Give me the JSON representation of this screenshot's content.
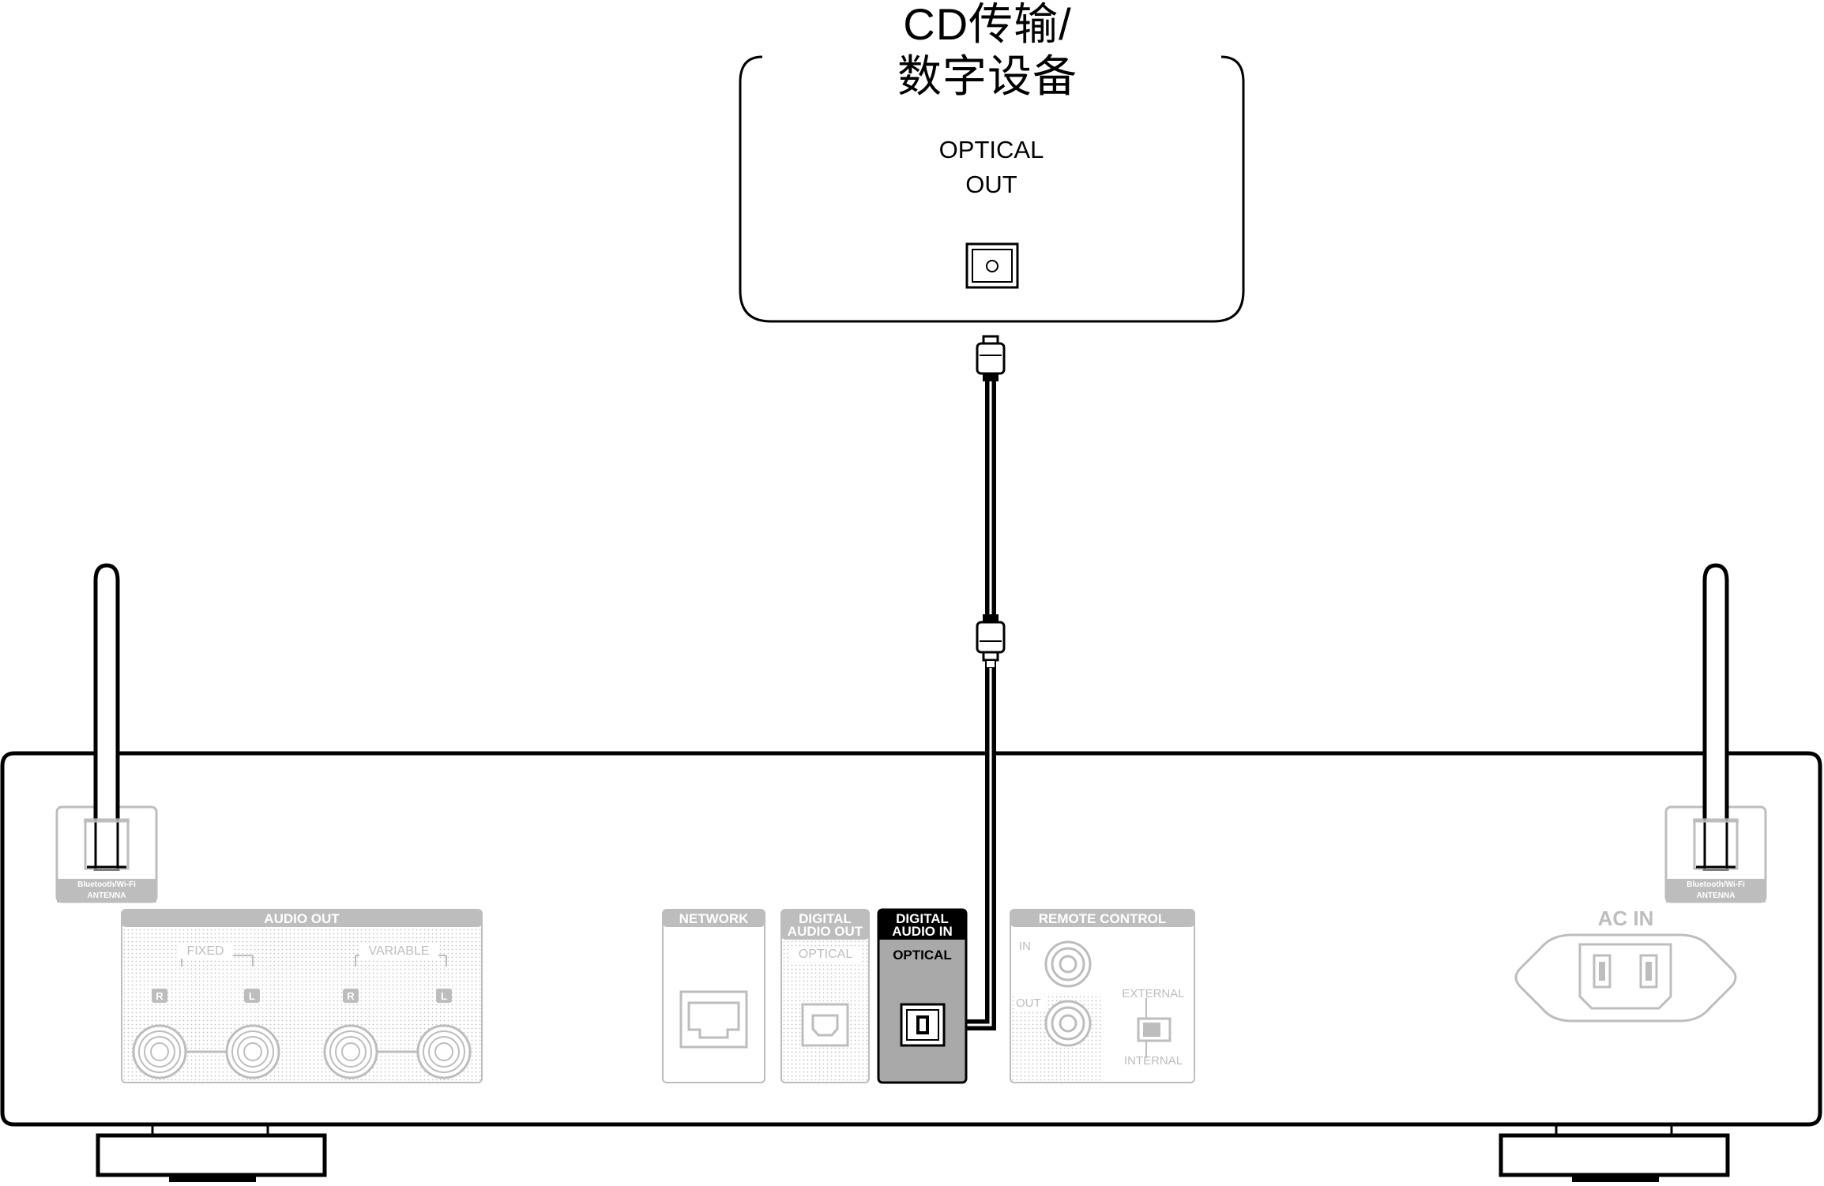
{
  "source_device": {
    "title_line1": "CD传输/",
    "title_line2": "数字设备",
    "port_line1": "OPTICAL",
    "port_line2": "OUT"
  },
  "rear_panel": {
    "antenna_left_label_line1": "Bluetooth/Wi-Fi",
    "antenna_left_label_line2": "ANTENNA",
    "antenna_right_label_line1": "Bluetooth/Wi-Fi",
    "antenna_right_label_line2": "ANTENNA",
    "audio_out": {
      "title": "AUDIO OUT",
      "fixed": "FIXED",
      "variable": "VARIABLE",
      "channels": [
        "R",
        "L",
        "R",
        "L"
      ]
    },
    "network": {
      "title": "NETWORK"
    },
    "digital_audio_out": {
      "title_line1": "DIGITAL",
      "title_line2": "AUDIO OUT",
      "sub": "OPTICAL"
    },
    "digital_audio_in": {
      "title_line1": "DIGITAL",
      "title_line2": "AUDIO IN",
      "sub": "OPTICAL"
    },
    "remote_control": {
      "title": "REMOTE CONTROL",
      "in": "IN",
      "out": "OUT",
      "external": "EXTERNAL",
      "internal": "INTERNAL"
    },
    "ac_in": "AC IN"
  },
  "colors": {
    "line": "#000000",
    "panel_grey": "#bdbdbd",
    "highlight_fill": "#a9a9a9",
    "highlight_header": "#000000"
  }
}
